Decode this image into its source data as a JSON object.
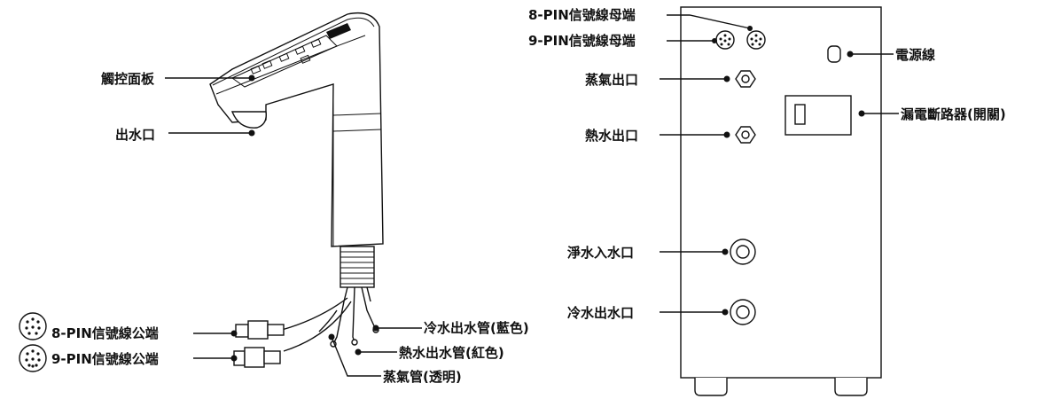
{
  "faucet": {
    "touch_panel": "觸控面板",
    "water_outlet": "出水口",
    "pin8_male": "8-PIN信號線公端",
    "pin9_male": "9-PIN信號線公端",
    "cold_out_pipe": "冷水出水管(藍色)",
    "hot_out_pipe": "熱水出水管(紅色)",
    "steam_pipe": "蒸氣管(透明)"
  },
  "unit": {
    "pin8_female": "8-PIN信號線母端",
    "pin9_female": "9-PIN信號線母端",
    "steam_outlet": "蒸氣出口",
    "hot_outlet": "熱水出口",
    "pure_water_inlet": "淨水入水口",
    "cold_outlet": "冷水出水口",
    "power_cord": "電源線",
    "breaker": "漏電斷路器(開關)"
  }
}
